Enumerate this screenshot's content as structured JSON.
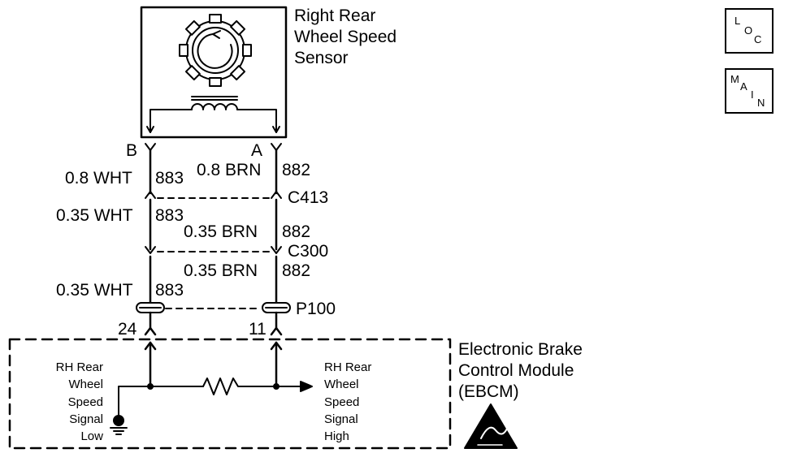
{
  "sensor": {
    "name_lines": [
      "Right Rear",
      "Wheel Speed",
      "Sensor"
    ]
  },
  "terminals": {
    "b": "B",
    "a": "A"
  },
  "wires": {
    "b1": "0.8 WHT",
    "b1_circuit": "883",
    "a1": "0.8 BRN",
    "a1_circuit": "882",
    "b2": "0.35 WHT",
    "b2_circuit": "883",
    "a2": "0.35 BRN",
    "a2_circuit": "882",
    "a3": "0.35 BRN",
    "a3_circuit": "882",
    "b3": "0.35 WHT",
    "b3_circuit": "883"
  },
  "connectors": {
    "c1": "C413",
    "c2": "C300",
    "p1": "P100"
  },
  "pins": {
    "left": "24",
    "right": "11"
  },
  "module": {
    "name_lines": [
      "Electronic Brake",
      "Control Module",
      "(EBCM)"
    ],
    "left_signal_lines": [
      "RH Rear",
      "Wheel",
      "Speed",
      "Signal",
      "Low"
    ],
    "right_signal_lines": [
      "RH Rear",
      "Wheel",
      "Speed",
      "Signal",
      "High"
    ]
  },
  "buttons": {
    "loc": [
      "L",
      "O",
      "C"
    ],
    "main": [
      "M",
      "A",
      "I",
      "N"
    ]
  },
  "icons": [
    "sensor-tone-wheel-icon",
    "coil-icon",
    "resistor-icon",
    "ground-icon",
    "esd-warning-icon"
  ]
}
